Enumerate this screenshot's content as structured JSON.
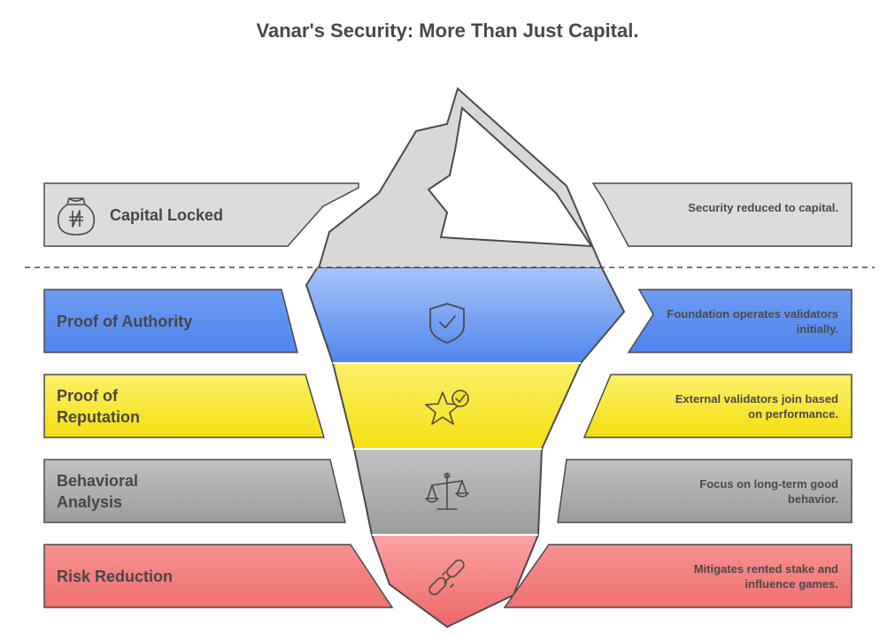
{
  "title": "Vanar's Security: More Than Just Capital.",
  "tip": {
    "label": "Capital Locked",
    "description": "Security reduced to capital.",
    "icon": "money-bag-icon",
    "color": "#dcdcdc"
  },
  "layers": [
    {
      "label": "Proof of Authority",
      "description": "Foundation operates validators initially.",
      "icon": "shield-check-icon",
      "color": "#5b8ff0"
    },
    {
      "label": "Proof of Reputation",
      "description": "External validators join based on performance.",
      "icon": "star-check-icon",
      "color": "#f7e227"
    },
    {
      "label": "Behavioral Analysis",
      "description": "Focus on long-term good behavior.",
      "icon": "scale-icon",
      "color": "#a9a9a9"
    },
    {
      "label": "Risk Reduction",
      "description": "Mitigates rented stake and influence games.",
      "icon": "broken-chain-icon",
      "color": "#f27474"
    }
  ]
}
